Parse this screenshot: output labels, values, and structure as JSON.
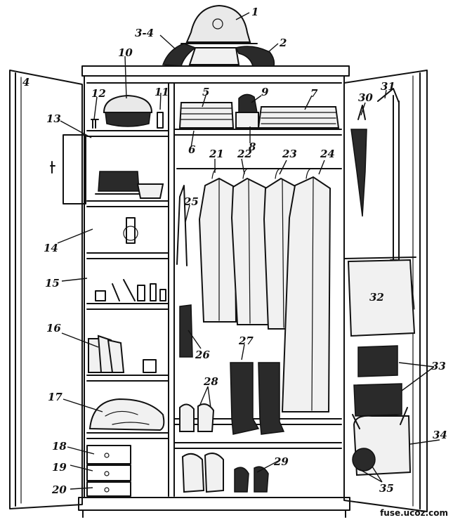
{
  "labels": {
    "door_left": "4",
    "helmet": "1",
    "shoulder_boards_right": "2",
    "shoulder_boards_left": "3-4",
    "sheets_stack": "5",
    "towels_stack": "6",
    "blankets_stack": "7",
    "small_stack": "8",
    "pilotka_cap": "9",
    "peaked_cap": "10",
    "small_box_right": "11",
    "small_box_left": "12",
    "upper_shelf": "13",
    "middle_shelf": "14",
    "door_handle": "15",
    "books": "16",
    "sack": "17",
    "drawer_1": "18",
    "drawer_2": "19",
    "drawer_3": "20",
    "tunic_1": "21",
    "tunic_2": "22",
    "tunic_3": "23",
    "greatcoat": "24",
    "belt_hanger": "25",
    "brush_bag": "26",
    "boots": "27",
    "shoes": "28",
    "slippers": "29",
    "bayonet": "30",
    "hook": "31",
    "towel": "32",
    "belt_pouches": "33",
    "field_bag": "34",
    "flask": "35"
  },
  "watermark": "fuse.ucoz.com"
}
